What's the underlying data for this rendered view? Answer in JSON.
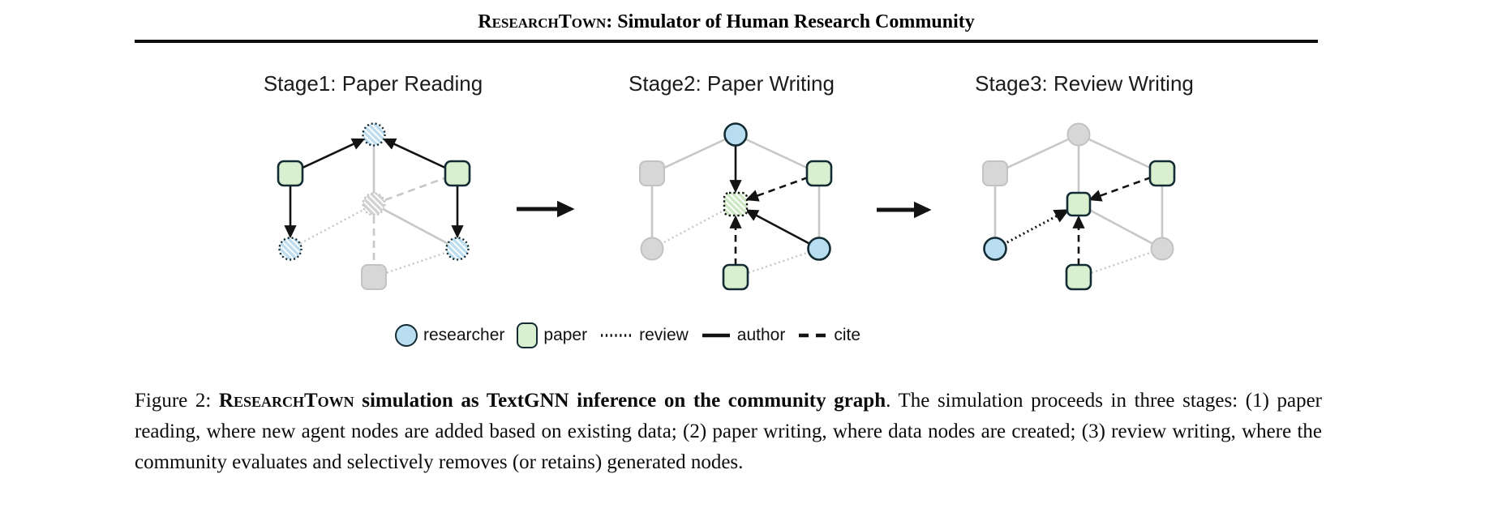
{
  "header": {
    "brand": "ResearchTown:",
    "rest": " Simulator of Human Research Community"
  },
  "stages": [
    {
      "title": "Stage1: Paper Reading"
    },
    {
      "title": "Stage2: Paper Writing"
    },
    {
      "title": "Stage3: Review Writing"
    }
  ],
  "legend": {
    "items": [
      {
        "swatch": "researcher-circle",
        "label": "researcher"
      },
      {
        "swatch": "paper-square",
        "label": "paper"
      },
      {
        "swatch": "dotted-line",
        "label": "review"
      },
      {
        "swatch": "solid-line",
        "label": "author"
      },
      {
        "swatch": "dashed-line",
        "label": "cite"
      }
    ]
  },
  "caption": {
    "prefix": "Figure 2: ",
    "brand": "ResearchTown",
    "bold_rest": " simulation as TextGNN inference on the community graph",
    "body": ". The simulation proceeds in three stages: (1) paper reading, where new agent nodes are added based on existing data; (2) paper writing, where data nodes are created; (3) review writing, where the community evaluates and selectively removes (or retains) generated nodes."
  },
  "colors": {
    "researcher-fill": "#b9ddf0",
    "paper-fill": "#d9efcf",
    "faded-fill": "#d7d7d7",
    "faded-stroke": "#c2c2c2",
    "node-stroke": "#132b33",
    "edge-gray": "#c7c7c7",
    "edge-black": "#131313",
    "hatch-blue": "#bcdcf0",
    "hatch-green": "#cfe8c4",
    "hatch-gray": "#d2d2d2"
  }
}
